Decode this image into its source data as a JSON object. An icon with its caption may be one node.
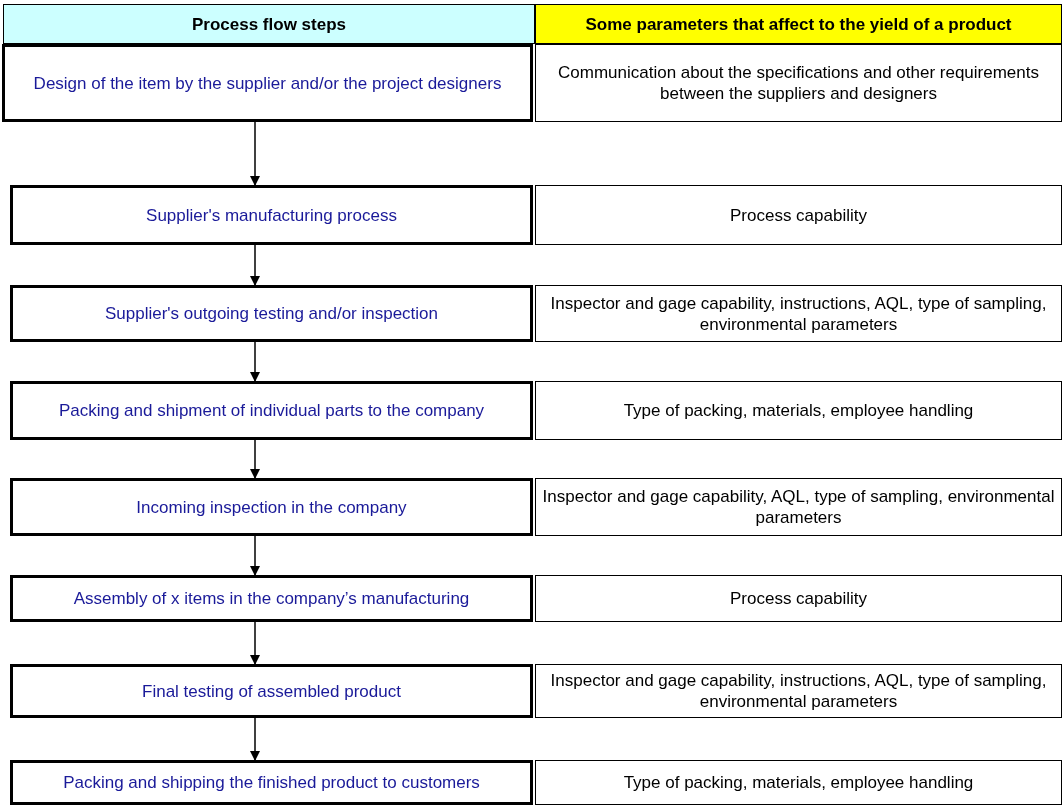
{
  "diagram": {
    "nodes": [
      {
        "text": [
          "Process flow steps"
        ]
      },
      {
        "text": [
          "Some parameters that affect to the yield of a product"
        ]
      },
      {
        "text": [
          "Design of the item by the supplier and/or the project designers"
        ]
      },
      {
        "text": [
          "Communication about the specifications and other requirements between the suppliers and designers"
        ]
      },
      {
        "text": [
          "Supplier's manufacturing process"
        ]
      },
      {
        "text": [
          "Process capability"
        ]
      },
      {
        "text": [
          "Supplier's outgoing testing and/or inspection"
        ]
      },
      {
        "text": [
          "Inspector and gage capability, instructions, AQL, type of sampling, environmental parameters"
        ]
      },
      {
        "text": [
          "Packing and shipment of individual parts to the company"
        ]
      },
      {
        "text": [
          "Type of packing, materials, employee handling"
        ]
      },
      {
        "text": [
          "Incoming inspection in the company"
        ]
      },
      {
        "text": [
          "Inspector and gage capability, AQL, type of sampling, environmental parameters"
        ]
      },
      {
        "text": [
          "Assembly of x items in the company’s  manufacturing"
        ]
      },
      {
        "text": [
          "Process capability"
        ]
      },
      {
        "text": [
          "Final testing of assembled product"
        ]
      },
      {
        "text": [
          "Inspector and gage capability, instructions, AQL, type of sampling, environmental parameters"
        ]
      },
      {
        "text": [
          "Packing and shipping the finished product to customers"
        ]
      },
      {
        "text": [
          "Type of packing, materials, employee handling"
        ]
      }
    ],
    "edges": [
      {
        "from": 2,
        "to": 4,
        "arrow": "to"
      },
      {
        "from": 4,
        "to": 6,
        "arrow": "to"
      },
      {
        "from": 6,
        "to": 8,
        "arrow": "to"
      },
      {
        "from": 8,
        "to": 10,
        "arrow": "to"
      },
      {
        "from": 10,
        "to": 12,
        "arrow": "to"
      },
      {
        "from": 12,
        "to": 14,
        "arrow": "to"
      },
      {
        "from": 14,
        "to": 16,
        "arrow": "to"
      }
    ]
  }
}
